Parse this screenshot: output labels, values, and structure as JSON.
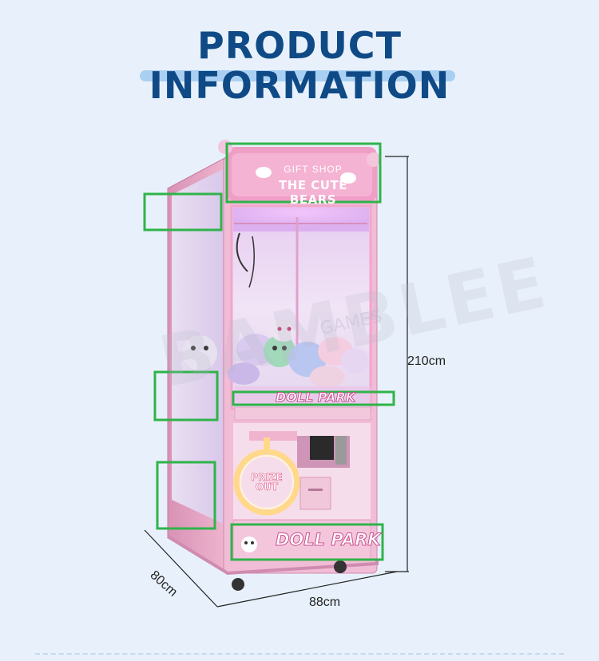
{
  "header": {
    "title_line1": "PRODUCT",
    "title_line2": "INFORMATION"
  },
  "machine": {
    "sign_small": "GIFT SHOP",
    "sign_main": "THE CUTE BEARS",
    "panel_top_text": "DOLL PARK",
    "panel_bottom_text": "DOLL PARK",
    "prize_out_text": "PRIZE OUT",
    "watermark": "BAMBLEE",
    "watermark_sub": "GAMES"
  },
  "dimensions": {
    "height": "210cm",
    "width": "88cm",
    "depth": "80cm"
  },
  "colors": {
    "title": "#0f4a86",
    "highlight_box": "#2fb34a",
    "cabinet_pink": "#efb5cf",
    "background": "#e8f1fb"
  }
}
